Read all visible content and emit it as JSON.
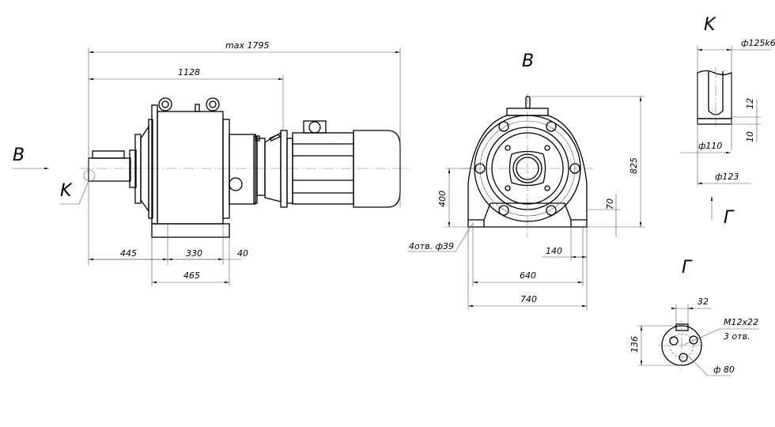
{
  "views": {
    "side": {
      "view_marker_b": "B",
      "view_marker_k": "K",
      "dims": {
        "overall": "max 1795",
        "to_motor_flange": "1128",
        "shaft_extension": "445",
        "foot_bolt_span": "330",
        "foot_offset": "40",
        "foot_length": "465"
      }
    },
    "front": {
      "title": "B",
      "dims": {
        "height": "825",
        "shaft_axis_height": "400",
        "foot_thickness": "70",
        "foot_width": "140",
        "bolt_span": "640",
        "base_width": "740",
        "holes": "4отв. ф39"
      }
    },
    "shaft_detail": {
      "title": "K",
      "view_marker": "Г",
      "dims": {
        "shaft_diameter": "ф125k6",
        "collar_offset": "12",
        "collar_thickness": "10",
        "inner_diameter": "ф110",
        "collar_diameter": "ф123"
      }
    },
    "end_detail": {
      "title": "Г",
      "dims": {
        "key_width": "32",
        "height": "136",
        "thread": "M12x22",
        "thread_count": "3 отв.",
        "bolt_circle": "ф 80"
      }
    }
  }
}
